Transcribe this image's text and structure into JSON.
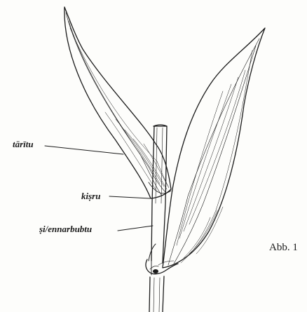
{
  "labels": {
    "taritu": "tārītu",
    "kisru": "kiṣru",
    "si_ennarbubtu": "ṣi/ennarbubtu"
  },
  "caption": "Abb. 1",
  "colors": {
    "ink": "#1a1a1a",
    "paper": "#fdfdfb"
  }
}
